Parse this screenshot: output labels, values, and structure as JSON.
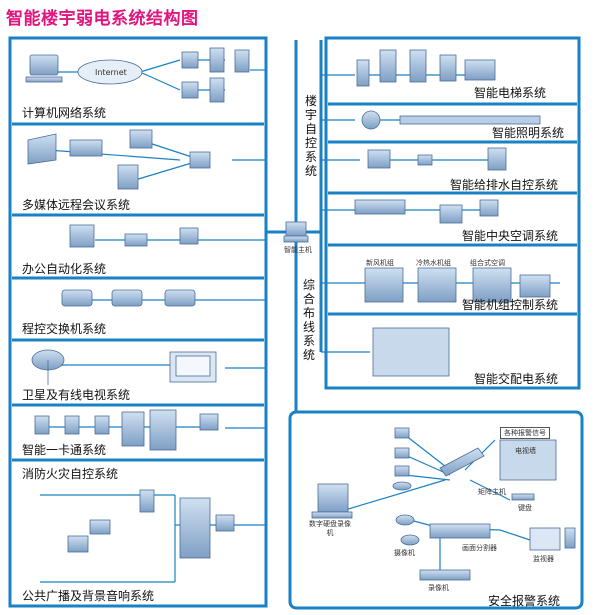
{
  "title": "智能楼宇弱电系统结构图",
  "left_systems": [
    {
      "label": "计算机网络系统"
    },
    {
      "label": "多媒体远程会议系统"
    },
    {
      "label": "办公自动化系统"
    },
    {
      "label": "程控交换机系统"
    },
    {
      "label": "卫星及有线电视系统"
    },
    {
      "label": "智能一卡通系统"
    },
    {
      "label": "消防火灾自控系统"
    },
    {
      "label": "公共广播及背景音响系统"
    }
  ],
  "internet_label": "Internet",
  "backbone_label": "综合布线系统",
  "bas_label": "楼宇自控系统",
  "host_label": "智能主机",
  "right_systems": [
    {
      "label": "智能电梯系统"
    },
    {
      "label": "智能照明系统"
    },
    {
      "label": "智能给排水自控系统"
    },
    {
      "label": "智能中央空调系统"
    },
    {
      "label": "智能机组控制系统"
    },
    {
      "label": "智能交配电系统"
    }
  ],
  "unit_labels": [
    "新风机组",
    "冷热水机组",
    "组合式空调"
  ],
  "security": {
    "label": "安全报警系统",
    "alarm_signal": "各种报警信号",
    "monitor_label": "电视墙",
    "host": "矩阵主机",
    "keyboard": "键盘",
    "recorder": "数字硬盘录像机",
    "camera": "摄像机",
    "splitter": "画面分割器",
    "vcr": "录像机",
    "screen": "监视器"
  }
}
